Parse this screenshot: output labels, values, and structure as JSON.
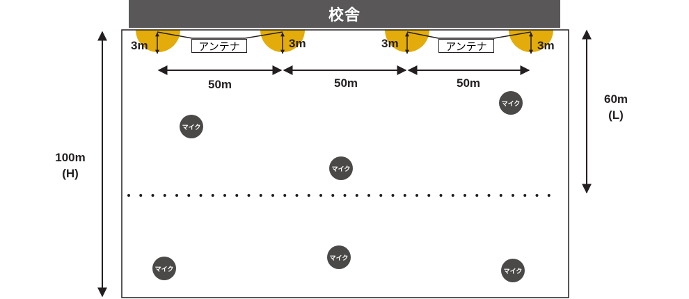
{
  "building_label": "校舎",
  "antenna_label": "アンテナ",
  "mic_label": "マイク",
  "antenna_radius_label": "3m",
  "spacing_label": "50m",
  "height_label": "100m",
  "height_symbol": "(H)",
  "length_label": "60m",
  "length_symbol": "(L)",
  "colors": {
    "antenna_zone": "#E3AC0A",
    "building": "#595757",
    "mic": "#4B4948",
    "line": "#231F20"
  }
}
